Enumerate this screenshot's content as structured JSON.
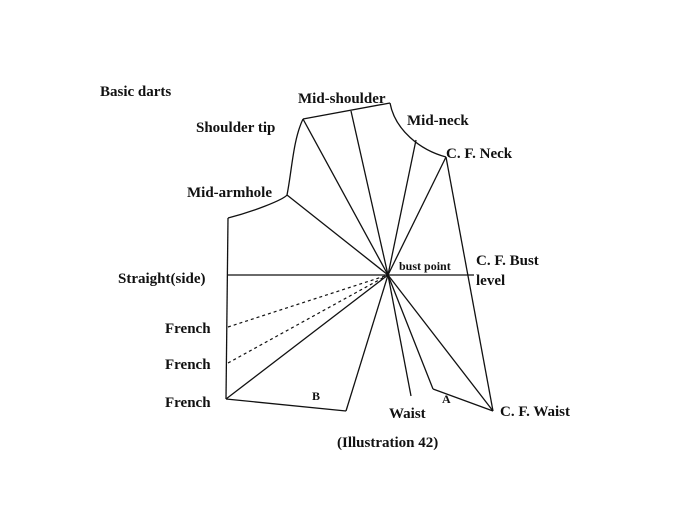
{
  "title": "Basic darts",
  "caption": "(Illustration 42)",
  "labels": {
    "mid_shoulder": "Mid-shoulder",
    "shoulder_tip": "Shoulder tip",
    "mid_neck": "Mid-neck",
    "cf_neck": "C. F. Neck",
    "mid_armhole": "Mid-armhole",
    "straight_side": "Straight(side)",
    "bust_point": "bust point",
    "cf_bust": "C. F. Bust",
    "cf_bust_level": "level",
    "french_1": "French",
    "french_2": "French",
    "french_3": "French",
    "point_b": "B",
    "point_a": "A",
    "waist": "Waist",
    "cf_waist": "C. F. Waist"
  },
  "colors": {
    "ink": "#111111",
    "background": "#ffffff"
  }
}
